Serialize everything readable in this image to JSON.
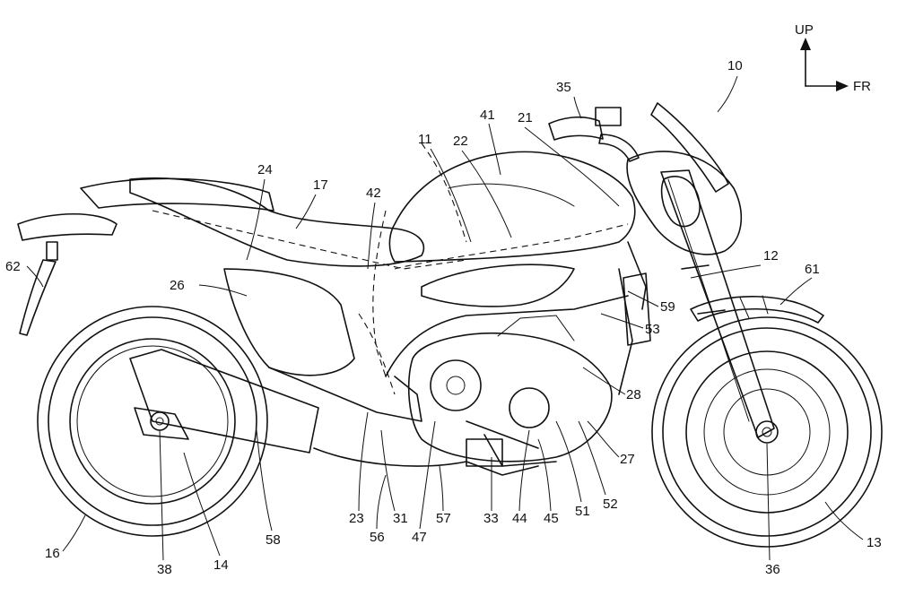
{
  "orientation": {
    "up_label": "UP",
    "front_label": "FR"
  },
  "reference_numerals": [
    "10",
    "11",
    "12",
    "13",
    "14",
    "16",
    "17",
    "21",
    "22",
    "23",
    "24",
    "26",
    "27",
    "28",
    "31",
    "33",
    "35",
    "36",
    "38",
    "41",
    "42",
    "44",
    "45",
    "47",
    "51",
    "52",
    "53",
    "56",
    "57",
    "58",
    "59",
    "61",
    "62"
  ],
  "ink_color": "#111111"
}
